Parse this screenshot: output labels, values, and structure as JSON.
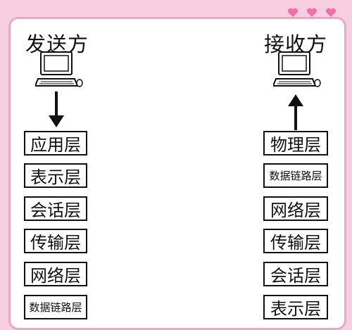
{
  "sender": {
    "title": "发送方",
    "layers": [
      "应用层",
      "表示层",
      "会话层",
      "传输层",
      "网络层",
      "数据链路层"
    ]
  },
  "receiver": {
    "title": "接收方",
    "layers": [
      "物理层",
      "数据链路层",
      "网络层",
      "传输层",
      "会话层",
      "表示层"
    ]
  },
  "colors": {
    "background": "#f7cfe0",
    "card_border": "#e9a8c3",
    "heart": "#f36fa8",
    "line": "#111111"
  },
  "icons": [
    "computer-icon",
    "down-arrow-icon",
    "up-arrow-icon",
    "heart-icon"
  ]
}
